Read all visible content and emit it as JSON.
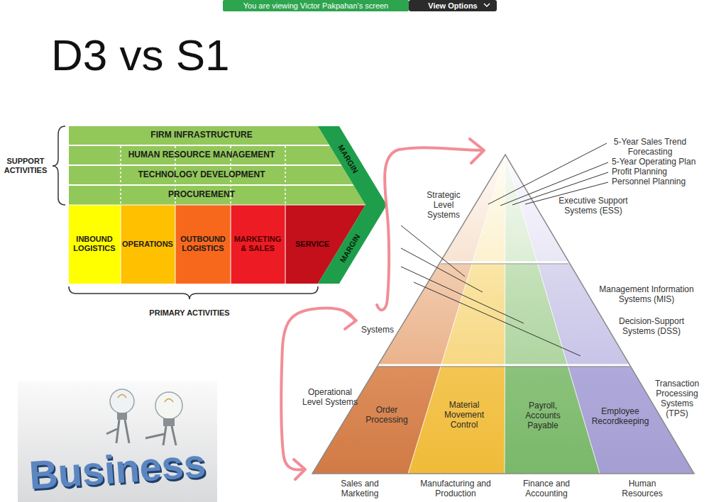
{
  "diagram": {
    "title": "D3 vs S1",
    "nodes": [
      {
        "text": [
          "FIRM INFRASTRUCTURE"
        ]
      },
      {
        "text": [
          "HUMAN RESOURCE MANAGEMENT"
        ]
      },
      {
        "text": [
          "TECHNOLOGY DEVELOPMENT"
        ]
      },
      {
        "text": [
          "PROCUREMENT"
        ]
      },
      {
        "text": [
          "MARGIN"
        ]
      },
      {
        "text": [
          "INBOUND LOGISTICS"
        ]
      },
      {
        "text": [
          "OPERATIONS"
        ]
      },
      {
        "text": [
          "OUTBOUND LOGISTICS"
        ]
      },
      {
        "text": [
          "MARKETING & SALES"
        ]
      },
      {
        "text": [
          "SERVICE"
        ]
      },
      {
        "text": [
          "MARGIN"
        ]
      },
      {
        "text": [
          "Order Processing"
        ]
      },
      {
        "text": [
          "Material Movement Control"
        ]
      },
      {
        "text": [
          "Payroll, Accounts Payable"
        ]
      },
      {
        "text": [
          "Employee Recordkeeping"
        ]
      }
    ],
    "labels": [
      "You are viewing Victor Pakpahan's screen",
      "View Options",
      "SUPPORT ACTIVITIES",
      "PRIMARY ACTIVITIES",
      "Strategic Level Systems",
      "Systems",
      "Operational Level Systems",
      "5-Year Sales Trend Forecasting",
      "5-Year Operating Plan",
      "Profit Planning",
      "Personnel Planning",
      "Executive Support Systems (ESS)",
      "Management Information Systems (MIS)",
      "Decision-Support Systems (DSS)",
      "Transaction Processing Systems (TPS)",
      "Sales and Marketing",
      "Manufacturing and Production",
      "Finance and Accounting",
      "Human Resources",
      "Business"
    ]
  }
}
